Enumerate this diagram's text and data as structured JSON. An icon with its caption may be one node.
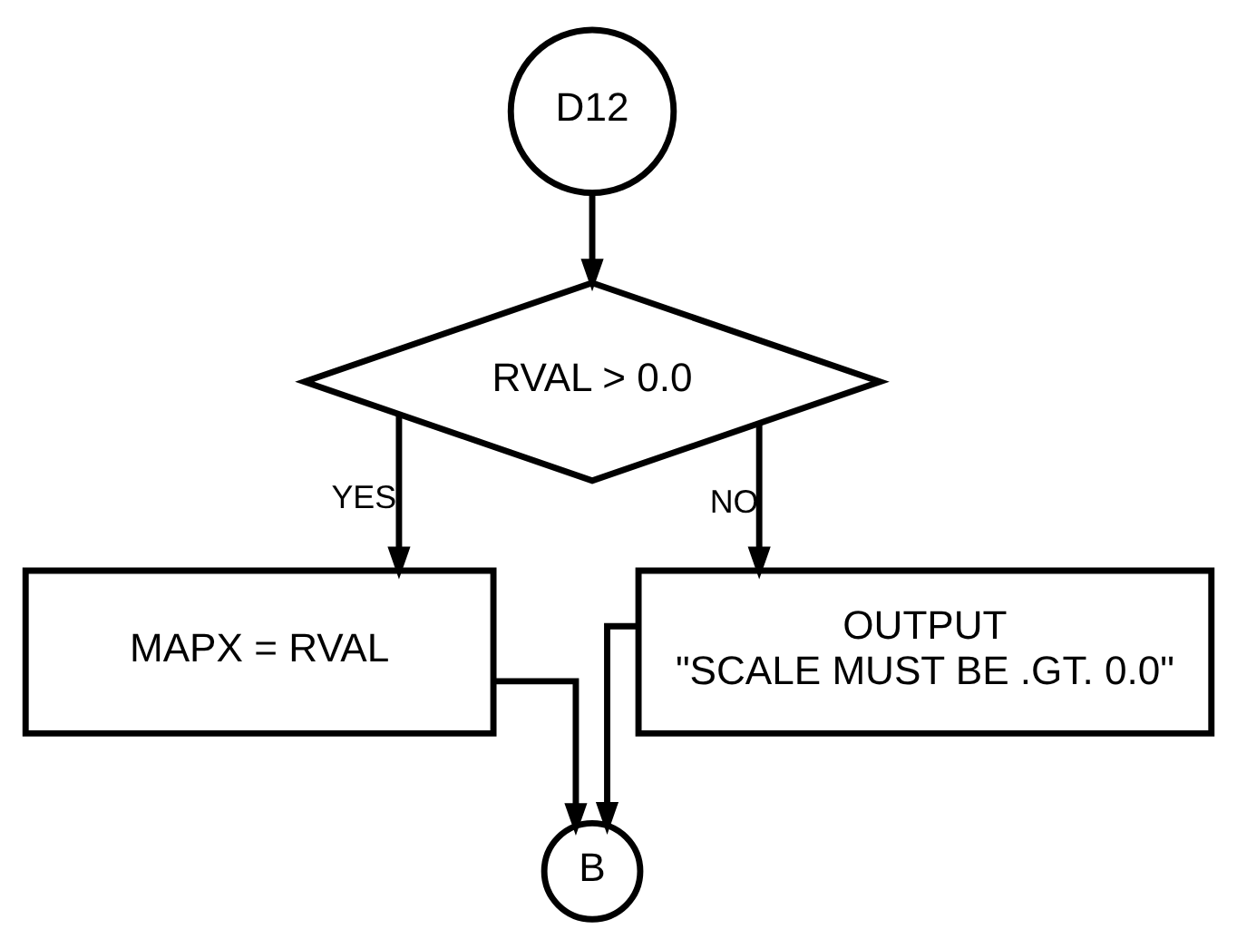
{
  "diagram": {
    "nodes": [
      {
        "text": [
          "D12"
        ]
      },
      {
        "text": [
          "RVAL > 0.0"
        ]
      },
      {
        "text": [
          "MAPX = RVAL"
        ]
      },
      {
        "text": [
          "OUTPUT",
          "\"SCALE MUST BE .GT. 0.0\""
        ]
      },
      {
        "text": [
          "B"
        ]
      }
    ],
    "edges": [
      {
        "from": 0,
        "to": 1,
        "arrow": "to"
      },
      {
        "from": 1,
        "to": 2,
        "arrow": "to",
        "label": "YES"
      },
      {
        "from": 1,
        "to": 3,
        "arrow": "to",
        "label": "NO"
      },
      {
        "from": 2,
        "to": 4,
        "arrow": "to"
      },
      {
        "from": 3,
        "to": 4,
        "arrow": "to"
      }
    ]
  }
}
